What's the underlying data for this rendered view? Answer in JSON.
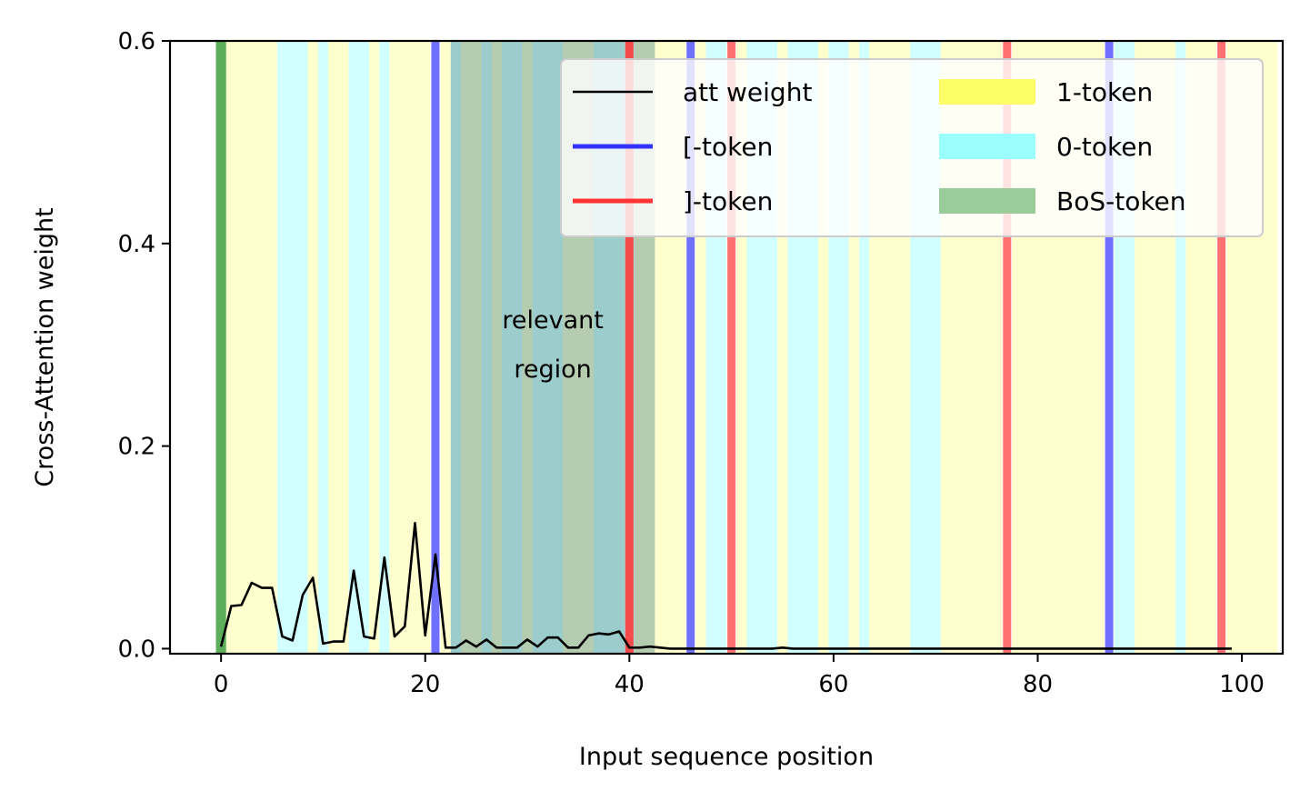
{
  "chart_data": {
    "type": "line",
    "xlabel": "Input sequence position",
    "ylabel": "Cross-Attention weight",
    "xlim": [
      -5,
      104
    ],
    "ylim": [
      -0.005,
      0.6
    ],
    "xticks": [
      0,
      20,
      40,
      60,
      80,
      100
    ],
    "yticks": [
      0.0,
      0.2,
      0.4,
      0.6
    ],
    "xtick_labels": [
      "0",
      "20",
      "40",
      "60",
      "80",
      "100"
    ],
    "ytick_labels": [
      "0.0",
      "0.2",
      "0.4",
      "0.6"
    ],
    "grid": false,
    "legend_position": "top-right",
    "annotation": {
      "lines": [
        "relevant",
        "region"
      ],
      "x": 32.5,
      "y": 0.3
    },
    "token_colors": {
      "1": "#ffff66",
      "0": "#66ffff",
      "[": "#3333ff",
      "]": "#ff3333",
      "B": "#339933",
      "line": "#000000"
    },
    "token_sequence": "B11111000101100101111[101101001000111000]11111[100]10001000100101111000111111]111111111[0011110111]11111",
    "relevant_region": [
      22.5,
      42.5
    ],
    "series": [
      {
        "name": "att weight",
        "x": [
          0,
          1,
          2,
          3,
          4,
          5,
          6,
          7,
          8,
          9,
          10,
          11,
          12,
          13,
          14,
          15,
          16,
          17,
          18,
          19,
          20,
          21,
          22,
          23,
          24,
          25,
          26,
          27,
          28,
          29,
          30,
          31,
          32,
          33,
          34,
          35,
          36,
          37,
          38,
          39,
          40,
          41,
          42,
          43,
          44,
          45,
          46,
          47,
          48,
          49,
          50,
          51,
          52,
          53,
          54,
          55,
          56,
          57,
          58,
          59,
          60,
          61,
          62,
          63,
          64,
          65,
          66,
          67,
          68,
          69,
          70,
          71,
          72,
          73,
          74,
          75,
          76,
          77,
          78,
          79,
          80,
          81,
          82,
          83,
          84,
          85,
          86,
          87,
          88,
          89,
          90,
          91,
          92,
          93,
          94,
          95,
          96,
          97,
          98,
          99
        ],
        "values": [
          0.002,
          0.042,
          0.043,
          0.065,
          0.06,
          0.06,
          0.012,
          0.008,
          0.053,
          0.07,
          0.005,
          0.007,
          0.007,
          0.077,
          0.012,
          0.01,
          0.09,
          0.012,
          0.022,
          0.124,
          0.013,
          0.093,
          0.001,
          0.001,
          0.008,
          0.002,
          0.009,
          0.001,
          0.001,
          0.001,
          0.009,
          0.002,
          0.011,
          0.011,
          0.001,
          0.001,
          0.013,
          0.015,
          0.014,
          0.017,
          0.001,
          0.001,
          0.002,
          0.001,
          0.0,
          0.0,
          0.0,
          0.0,
          0.0,
          0.0,
          0.0,
          0.0,
          0.0,
          0.0,
          0.0,
          0.001,
          0.0,
          0.0,
          0.0,
          0.0,
          0.0,
          0.0,
          0.0,
          0.0,
          0.0,
          0.0,
          0.0,
          0.0,
          0.0,
          0.0,
          0.0,
          0.0,
          0.0,
          0.0,
          0.0,
          0.0,
          0.0,
          0.0,
          0.0,
          0.0,
          0.0,
          0.0,
          0.0,
          0.0,
          0.0,
          0.0,
          0.0,
          0.0,
          0.0,
          0.0,
          0.0,
          0.0,
          0.0,
          0.0,
          0.0,
          0.0,
          0.0,
          0.0,
          0.0,
          0.0
        ]
      }
    ],
    "legend": [
      {
        "label": "att weight",
        "kind": "line",
        "color": "#000000"
      },
      {
        "label": "[-token",
        "kind": "line",
        "color": "#3333ff"
      },
      {
        "label": "]-token",
        "kind": "line",
        "color": "#ff3333"
      },
      {
        "label": "1-token",
        "kind": "patch",
        "color": "#ffff66"
      },
      {
        "label": "0-token",
        "kind": "patch",
        "color": "#99ffff"
      },
      {
        "label": "BoS-token",
        "kind": "patch",
        "color": "#99cc99"
      }
    ]
  }
}
